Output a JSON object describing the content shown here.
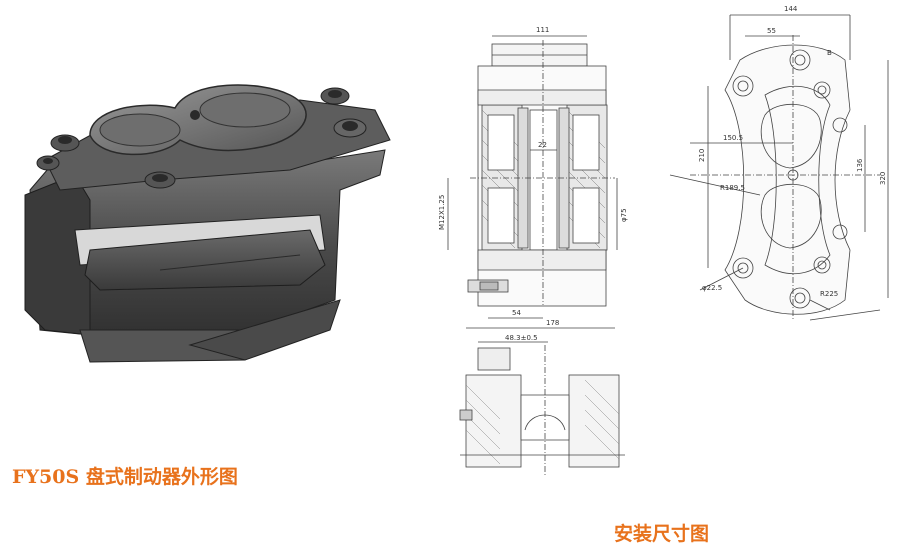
{
  "captions": {
    "left": "FY50S 盘式制动器外形图",
    "right": "安装尺寸图"
  },
  "dimensions": {
    "top_width": "111",
    "gap": "22",
    "thread": "M12X1.25",
    "dia_75": "φ75",
    "len_54": "54",
    "len_178": "178",
    "side_width": "48.3±0.5",
    "overall_144": "144",
    "offset_55": "55",
    "label_b": "B",
    "h_210": "210",
    "r_150_5": "150.5",
    "r_189_5": "R189.5",
    "h_136": "136",
    "h_320": "320",
    "hole_dia": "φ22.5",
    "r_225": "R225"
  },
  "colors": {
    "caption": "#e8721c",
    "caliper_dark": "#3e3e3e",
    "caliper_mid": "#5a5a5a",
    "caliper_light": "#8a8a8a",
    "line": "#444444"
  }
}
